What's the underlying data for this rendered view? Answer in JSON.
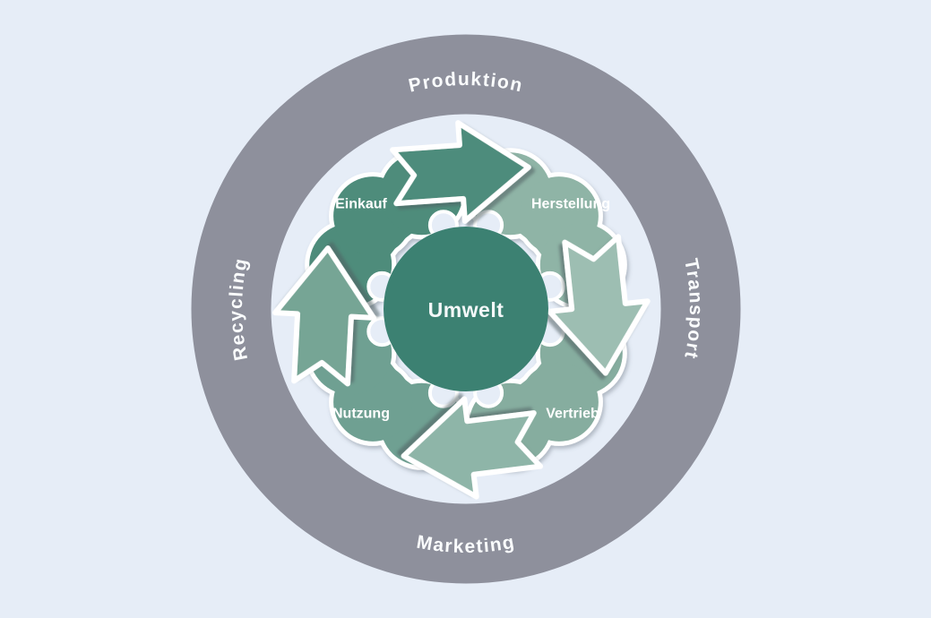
{
  "diagram": {
    "type": "cycle",
    "center": {
      "label": "Umwelt",
      "color": "#3c8172"
    },
    "outer_ring": {
      "top": "Produktion",
      "right": "Transport",
      "bottom": "Marketing",
      "left": "Recycling"
    },
    "segments": [
      {
        "id": "einkauf",
        "label": "Einkauf",
        "color": "#4e8c7b"
      },
      {
        "id": "herstellung",
        "label": "Herstellung",
        "color": "#8fb4a6"
      },
      {
        "id": "vertrieb",
        "label": "Vertrieb",
        "color": "#86ad9f"
      },
      {
        "id": "nutzung",
        "label": "Nutzung",
        "color": "#6fa092"
      }
    ],
    "arrows": [
      {
        "position": "top",
        "from": "Einkauf",
        "to": "Herstellung",
        "color": "#4e8c7b"
      },
      {
        "position": "right",
        "from": "Herstellung",
        "to": "Vertrieb",
        "color": "#9dbeb2"
      },
      {
        "position": "bottom",
        "from": "Vertrieb",
        "to": "Nutzung",
        "color": "#8eb5a8"
      },
      {
        "position": "left",
        "from": "Nutzung",
        "to": "Einkauf",
        "color": "#76a595"
      }
    ],
    "colors": {
      "background": "#e6edf7",
      "outer_ring": "#8e909c",
      "ring_label_text": "#fafcfd",
      "segment_label_text": "#ffffff",
      "outline_white": "#ffffff"
    }
  }
}
